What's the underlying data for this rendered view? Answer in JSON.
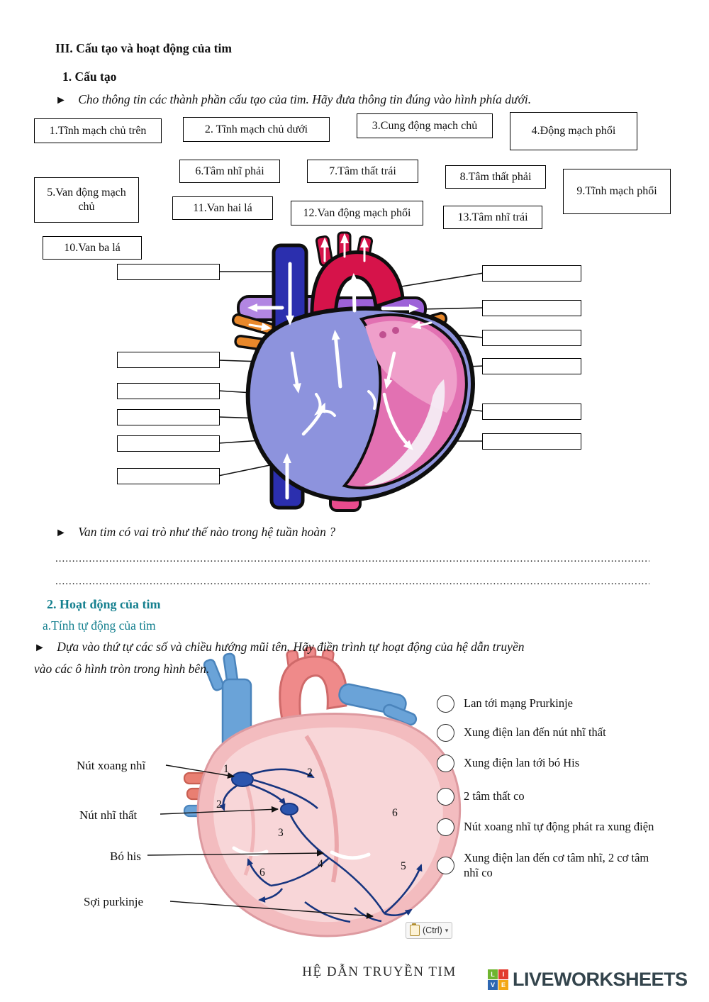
{
  "ui": {
    "arrow": "►",
    "caret": "▾"
  },
  "section": {
    "title": "III. Cấu tạo và hoạt động của tim",
    "part1_title": "1. Cấu tạo",
    "part1_instruction": "Cho thông tin các thành phần cấu tạo của tim. Hãy đưa thông tin đúng vào hình phía dưới.",
    "valve_question": "Van tim có vai trò như thế nào trong hệ tuần hoàn ?",
    "answer_dots_1": "........................................................................................................................................................................................",
    "answer_dots_2": "........................................................................................................................................................................................",
    "part2_title": "2. Hoạt động của tim",
    "part2a_title": "a.Tính tự động của tim",
    "part2_instruction_line1": "Dựa vào thứ tự các số và chiều hướng mũi tên. Hãy điền trình tự hoạt động của hệ dẫn truyền",
    "part2_instruction_line2": "vào các ô hình tròn  trong hình bên."
  },
  "word_bank": [
    "1.Tĩnh mạch chủ trên",
    "2. Tĩnh mạch chủ dưới",
    "3.Cung động mạch chủ",
    "4.Động mạch phổi",
    "6.Tâm nhĩ phải",
    "7.Tâm thất trái",
    "8.Tâm thất phải",
    "9.Tĩnh mạch phổi",
    "5.Van động mạch chủ",
    "11.Van hai lá",
    "12.Van động mạch phổi",
    "13.Tâm nhĩ trái",
    "10.Van ba lá"
  ],
  "heart2": {
    "anatomy_labels": [
      "Nút xoang nhĩ",
      "Nút nhĩ thất",
      "Bó his",
      "Sợi purkinje"
    ],
    "numbers": [
      "1",
      "2",
      "2",
      "3",
      "4",
      "5",
      "6",
      "6"
    ],
    "options": [
      "Lan tới mạng Prurkinje",
      "Xung điện lan đến nút nhĩ thất",
      "Xung điện lan tới bó His",
      "2 tâm thất co",
      "Nút xoang nhĩ tự động phát ra xung điện",
      "Xung điện lan đến cơ tâm nhĩ, 2 cơ tâm nhĩ co"
    ],
    "ctrl_label": "(Ctrl)",
    "caption": "HỆ DẪN TRUYỀN TIM"
  },
  "logo": {
    "text": "LIVEWORKSHEETS",
    "squares": [
      {
        "letter": "L",
        "color": "#6fb52f"
      },
      {
        "letter": "I",
        "color": "#e23b2e"
      },
      {
        "letter": "V",
        "color": "#2e67b2"
      },
      {
        "letter": "E",
        "color": "#f3a712"
      }
    ]
  },
  "colors": {
    "heading_teal": "#15808f",
    "heart1_right_side_blue": "#8d93dd",
    "heart1_left_side_pink": "#e271b2",
    "aorta_red": "#d6134a",
    "pulmonary_purple": "#9d62d8",
    "vena_cava_blue": "#2b2fae",
    "pulmonary_vein_orange": "#e8882b",
    "conduction_navy": "#17357f"
  }
}
